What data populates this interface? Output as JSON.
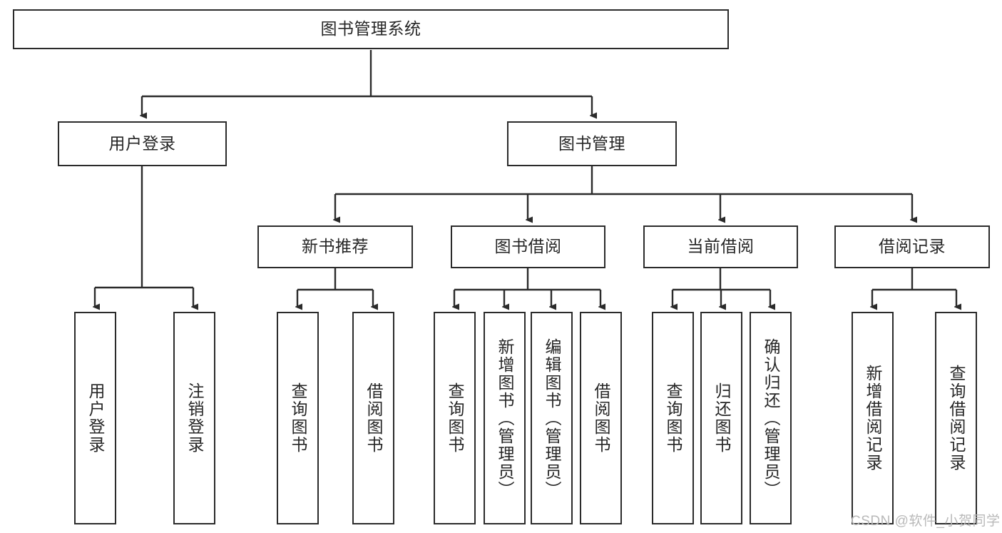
{
  "diagram": {
    "type": "tree-hierarchy-chart",
    "title": "图书管理系统",
    "edge_color": "#2b2b2b",
    "box_border_color": "#2b2b2b",
    "box_fill_color": "#ffffff",
    "text_color": "#262626",
    "background_color": "#ffffff"
  },
  "nodes": {
    "root": {
      "label": "图书管理系统",
      "level": 1
    },
    "level2": [
      {
        "id": "user-login",
        "label": "用户登录"
      },
      {
        "id": "book-management",
        "label": "图书管理"
      }
    ],
    "level3": [
      {
        "id": "new-book-recommend",
        "label": "新书推荐"
      },
      {
        "id": "book-borrow",
        "label": "图书借阅"
      },
      {
        "id": "current-borrow",
        "label": "当前借阅"
      },
      {
        "id": "borrow-record",
        "label": "借阅记录"
      }
    ],
    "leaves": {
      "user_login": [
        {
          "id": "leaf-user-login",
          "label": "用户登录"
        },
        {
          "id": "leaf-logout-login",
          "label": "注销登录"
        }
      ],
      "new_book_recommend": [
        {
          "id": "leaf-query-book-1",
          "label": "查询图书"
        },
        {
          "id": "leaf-borrow-book-1",
          "label": "借阅图书"
        }
      ],
      "book_borrow": [
        {
          "id": "leaf-query-book-2",
          "label": "查询图书"
        },
        {
          "id": "leaf-add-book",
          "label": "新增图书（管理员）"
        },
        {
          "id": "leaf-edit-book",
          "label": "编辑图书（管理员）"
        },
        {
          "id": "leaf-borrow-book-2",
          "label": "借阅图书"
        }
      ],
      "current_borrow": [
        {
          "id": "leaf-query-book-3",
          "label": "查询图书"
        },
        {
          "id": "leaf-return-book",
          "label": "归还图书"
        },
        {
          "id": "leaf-confirm-return",
          "label": "确认归还（管理员）"
        }
      ],
      "borrow_record": [
        {
          "id": "leaf-add-record",
          "label": "新增借阅记录"
        },
        {
          "id": "leaf-query-record",
          "label": "查询借阅记录"
        }
      ]
    }
  },
  "watermark": {
    "text": "CSDN @软件_小贺同学"
  }
}
